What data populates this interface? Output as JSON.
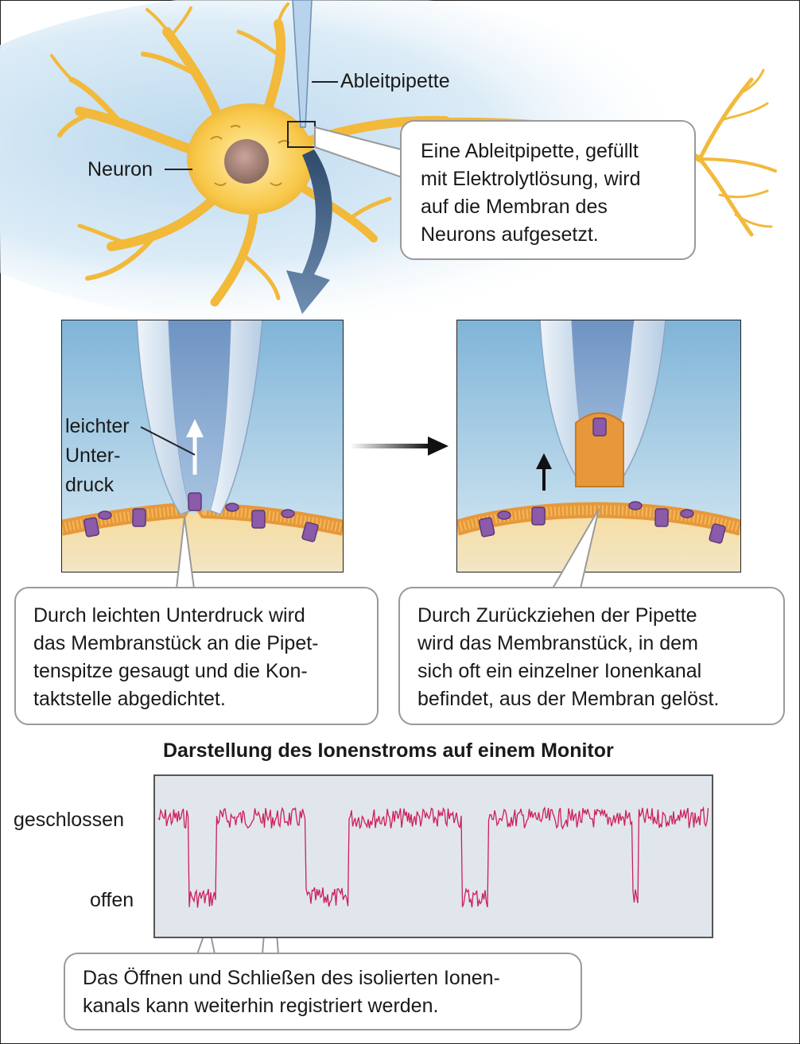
{
  "labels": {
    "pipette": "Ableitpipette",
    "neuron": "Neuron",
    "suction_line1": "leichter",
    "suction_line2": "Unter-",
    "suction_line3": "druck",
    "current_closed": "geschlossen",
    "current_open": "offen"
  },
  "callouts": {
    "top": [
      "Eine Ableitpipette, gefüllt",
      "mit Elektrolytlösung, wird",
      "auf die Membran des",
      "Neurons aufgesetzt."
    ],
    "left": [
      "Durch leichten Unterdruck wird",
      "das Membranstück an die Pipet-",
      "tenspitze gesaugt und die Kon-",
      "taktstelle abgedichtet."
    ],
    "right": [
      "Durch Zurückziehen der Pipette",
      "wird das Membranstück, in dem",
      "sich oft ein einzelner Ionenkanal",
      "befindet, aus der Membran gelöst."
    ],
    "bottom": [
      "Das Öffnen und Schließen des isolierten Ionen-",
      "kanals kann weiterhin registriert werden."
    ]
  },
  "monitor": {
    "title": "Darstellung des Ionenstroms auf einem Monitor"
  },
  "colors": {
    "trace": "#cc1f5a",
    "cell_body": "#f7c74a",
    "panel_sky": "#8fbfdd",
    "channel": "#8b5aa8"
  }
}
